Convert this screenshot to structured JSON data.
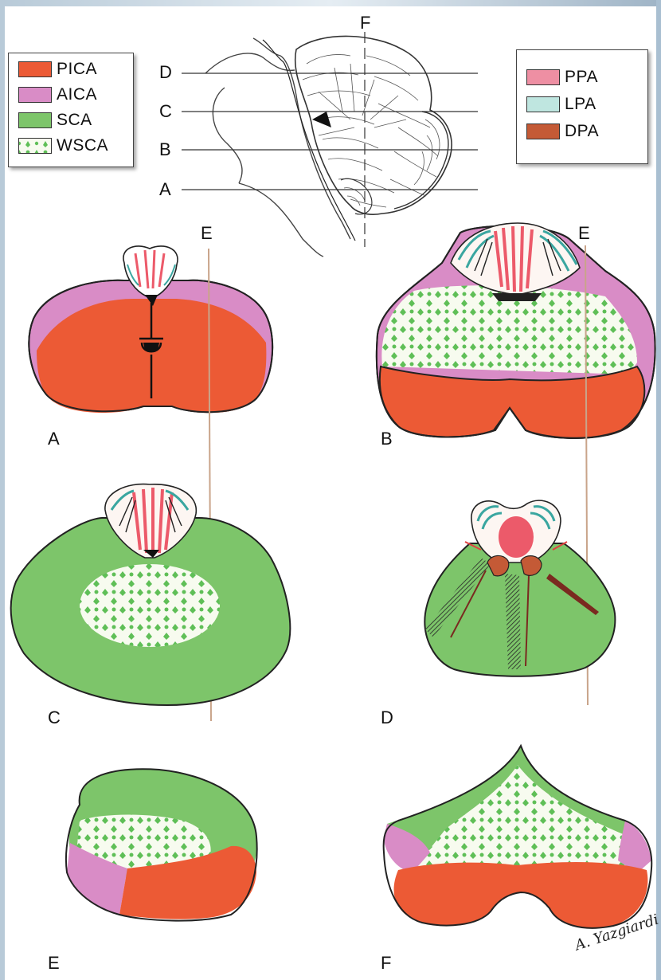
{
  "legend_left": {
    "items": [
      {
        "label": "PICA",
        "color": "#ec5a35"
      },
      {
        "label": "AICA",
        "color": "#d98cc6"
      },
      {
        "label": "SCA",
        "color": "#7dc56a"
      },
      {
        "label": "WSCA",
        "color": "#ffffff",
        "pattern": "green-dot-lattice"
      }
    ]
  },
  "legend_right": {
    "items": [
      {
        "label": "PPA",
        "color": "#ee8fa3"
      },
      {
        "label": "LPA",
        "color": "#bfe6e0"
      },
      {
        "label": "DPA",
        "color": "#c45a36"
      }
    ]
  },
  "top_view": {
    "line_labels": [
      "D",
      "C",
      "B",
      "A"
    ],
    "vertical_label": "F"
  },
  "sections": {
    "A": {
      "label": "A",
      "plane_label": "E"
    },
    "B": {
      "label": "B",
      "plane_label": "E"
    },
    "C": {
      "label": "C"
    },
    "D": {
      "label": "D"
    },
    "E": {
      "label": "E"
    },
    "F": {
      "label": "F"
    }
  },
  "signature": "A. Yazgiardi",
  "colors": {
    "pica": "#ec5a35",
    "aica": "#d98cc6",
    "sca": "#7dc56a",
    "wsca_bg": "#f7fbef",
    "wsca_dot": "#5fbf57",
    "ppa": "#ee8fa3",
    "lpa": "#bfe6e0",
    "dpa": "#c45a36",
    "guide_line": "#c9a48a",
    "frame_blue": "#9cb9cf"
  }
}
